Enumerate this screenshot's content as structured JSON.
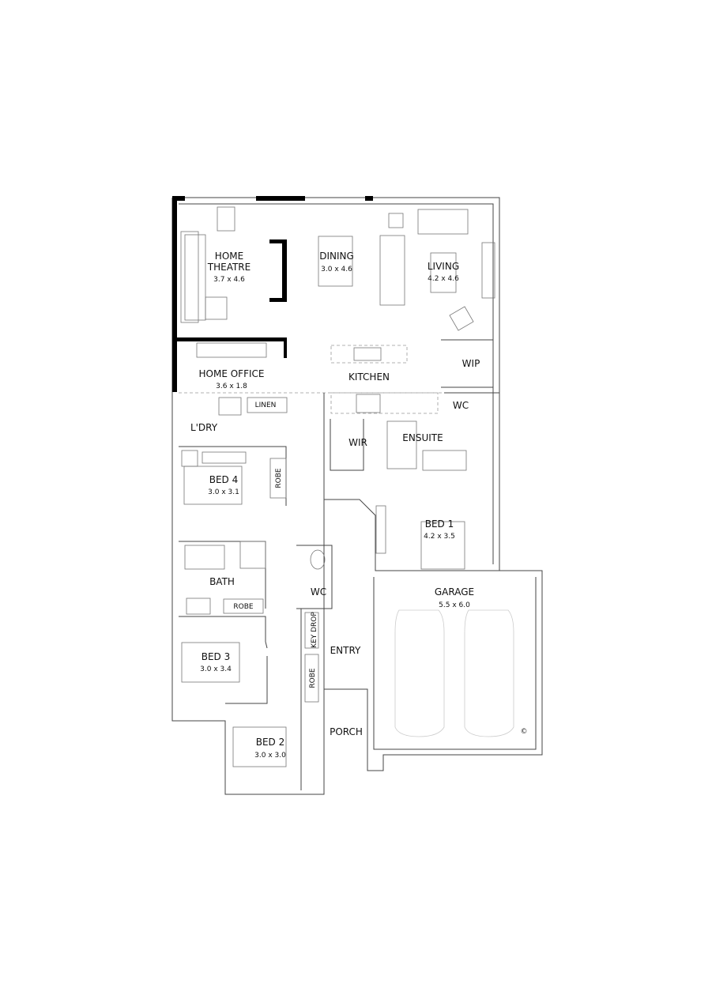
{
  "rooms": {
    "home_theatre": {
      "name_1": "HOME",
      "name_2": "THEATRE",
      "size": "3.7 x 4.6"
    },
    "dining": {
      "name": "DINING",
      "size": "3.0 x 4.6"
    },
    "living": {
      "name": "LIVING",
      "size": "4.2 x 4.6"
    },
    "home_office": {
      "name": "HOME OFFICE",
      "size": "3.6 x 1.8"
    },
    "kitchen": {
      "name": "KITCHEN"
    },
    "wip": {
      "name": "WIP"
    },
    "wc_ensuite": {
      "name": "WC"
    },
    "linen": {
      "name": "LINEN"
    },
    "laundry": {
      "name": "L'DRY"
    },
    "wir": {
      "name": "WIR"
    },
    "ensuite": {
      "name": "ENSUITE"
    },
    "bed4": {
      "name": "BED 4",
      "size": "3.0 x 3.1",
      "robe": "ROBE"
    },
    "bed1": {
      "name": "BED 1",
      "size": "4.2 x 3.5"
    },
    "bath": {
      "name": "BATH",
      "robe": "ROBE"
    },
    "wc": {
      "name": "WC"
    },
    "garage": {
      "name": "GARAGE",
      "size": "5.5 x 6.0",
      "copyright": "©"
    },
    "key_drop": {
      "name": "KEY DROP"
    },
    "entry": {
      "name": "ENTRY"
    },
    "bed3": {
      "name": "BED 3",
      "size": "3.0 x 3.4"
    },
    "entry_robe": {
      "name": "ROBE"
    },
    "porch": {
      "name": "PORCH"
    },
    "bed2": {
      "name": "BED 2",
      "size": "3.0 x 3.0"
    }
  },
  "colors": {
    "wall": "#444444",
    "feature_wall": "#000000",
    "furniture": "#777777"
  }
}
